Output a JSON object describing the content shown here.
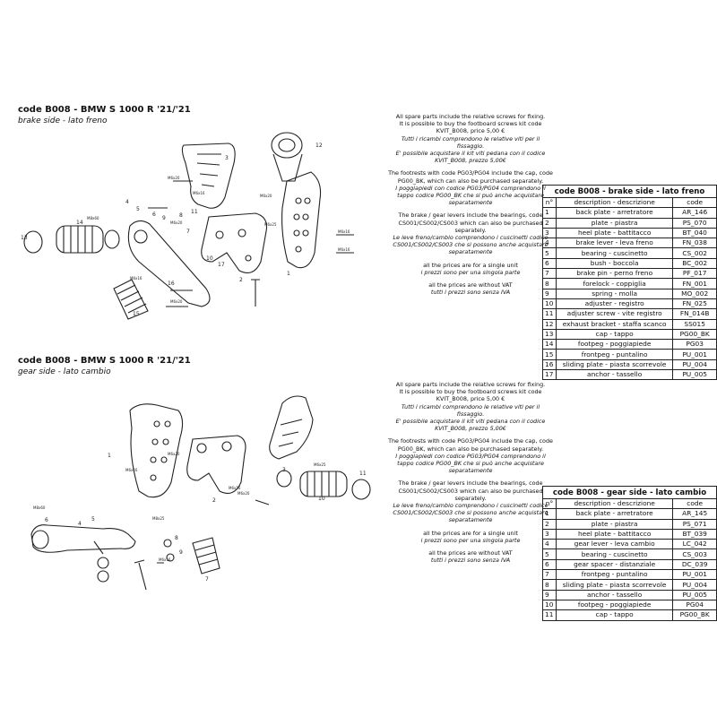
{
  "brake": {
    "title": "code B008 - BMW S 1000 R '21/'21",
    "subtitle": "brake side - lato freno",
    "table_title": "code B008 - brake side - lato freno",
    "headers": [
      "n°",
      "description - descrizione",
      "code"
    ],
    "rows": [
      [
        "1",
        "back plate - arretratore",
        "AR_146"
      ],
      [
        "2",
        "plate - piastra",
        "PS_070"
      ],
      [
        "3",
        "heel plate - battitacco",
        "BT_040"
      ],
      [
        "4",
        "brake lever - leva freno",
        "FN_038"
      ],
      [
        "5",
        "bearing - cuscinetto",
        "CS_002"
      ],
      [
        "6",
        "bush - boccola",
        "BC_002"
      ],
      [
        "7",
        "brake pin - perno freno",
        "PF_017"
      ],
      [
        "8",
        "forelock - coppiglia",
        "FN_001"
      ],
      [
        "9",
        "spring - molla",
        "MO_002"
      ],
      [
        "10",
        "adjuster - registro",
        "FN_025"
      ],
      [
        "11",
        "adjuster screw - vite registro",
        "FN_014B"
      ],
      [
        "12",
        "exhaust bracket - staffa scanco",
        "SS015"
      ],
      [
        "13",
        "cap - tappo",
        "PG00_BK"
      ],
      [
        "14",
        "footpeg - poggiapiede",
        "PG03"
      ],
      [
        "15",
        "frontpeg - puntalino",
        "PU_001"
      ],
      [
        "16",
        "sliding plate - piasta scorrevole",
        "PU_004"
      ],
      [
        "17",
        "anchor - tassello",
        "PU_005"
      ]
    ],
    "callouts": [
      "1",
      "2",
      "3",
      "4",
      "5",
      "6",
      "7",
      "8",
      "9",
      "10",
      "11",
      "12",
      "13",
      "14",
      "15",
      "16",
      "17"
    ],
    "screws": [
      "M6x20",
      "M6x16",
      "M6x20",
      "M6x16",
      "M6x16",
      "M6x20",
      "M6x16",
      "M6x25",
      "M6x20",
      "M8x60"
    ]
  },
  "gear": {
    "title": "code B008 - BMW S 1000 R '21/'21",
    "subtitle": "gear side - lato cambio",
    "table_title": "code B008 - gear side - lato cambio",
    "headers": [
      "n°",
      "description - descrizione",
      "code"
    ],
    "rows": [
      [
        "1",
        "back plate - arretratore",
        "AR_145"
      ],
      [
        "2",
        "plate - piastra",
        "PS_071"
      ],
      [
        "3",
        "heel plate - battitacco",
        "BT_039"
      ],
      [
        "4",
        "gear lever - leva cambio",
        "LC_042"
      ],
      [
        "5",
        "bearing - cuscinetto",
        "CS_003"
      ],
      [
        "6",
        "gear spacer - distanziale",
        "DC_039"
      ],
      [
        "7",
        "frontpeg - puntalino",
        "PU_001"
      ],
      [
        "8",
        "sliding plate - piasta scorrevole",
        "PU_004"
      ],
      [
        "9",
        "anchor - tassello",
        "PU_005"
      ],
      [
        "10",
        "footpeg - poggiapiede",
        "PG04"
      ],
      [
        "11",
        "cap - tappo",
        "PG00_BK"
      ]
    ],
    "callouts": [
      "1",
      "2",
      "3",
      "4",
      "5",
      "6",
      "7",
      "8",
      "9",
      "10",
      "11"
    ],
    "screws": [
      "M6x16",
      "M6x20",
      "M6x16",
      "M8x25",
      "M6x20",
      "M6x25",
      "M6x16",
      "M8x60"
    ]
  },
  "notes": {
    "screws_en": "All spare parts include the relative screws for fixing.",
    "buy_en": "It is possible to buy the footboard screws kit code KVIT_B008, price 5,00 €",
    "screws_it": "Tutti i ricambi comprendono le relative viti per il fissaggio.",
    "buy_it": "E' possibile acquistare il kit viti pedana con il codice KVIT_B008, prezzo 5,00€",
    "cap_en": "The footrests with code PG03/PG04 include the cap, code PG00_BK, which can also be purchased separately.",
    "cap_it": "I poggiapiedi con codice PG03/PG04 comprendono il tappo codice PG00_BK che si può anche acquistare separatamente",
    "bearings_en": "The brake / gear levers include the bearings, code CS001/CS002/CS003 which can also be purchased separately.",
    "bearings_it": "Le leve freno/cambio comprendono i cuscinetti codice CS001/CS002/CS003 che si possono anche acquistare separatamente",
    "single_en": "all the prices are for a single unit",
    "single_it": "i prezzi sono per una singola parte",
    "vat_en": "all the prices are without VAT",
    "vat_it": "tutti i prezzi sono senza IVA"
  }
}
